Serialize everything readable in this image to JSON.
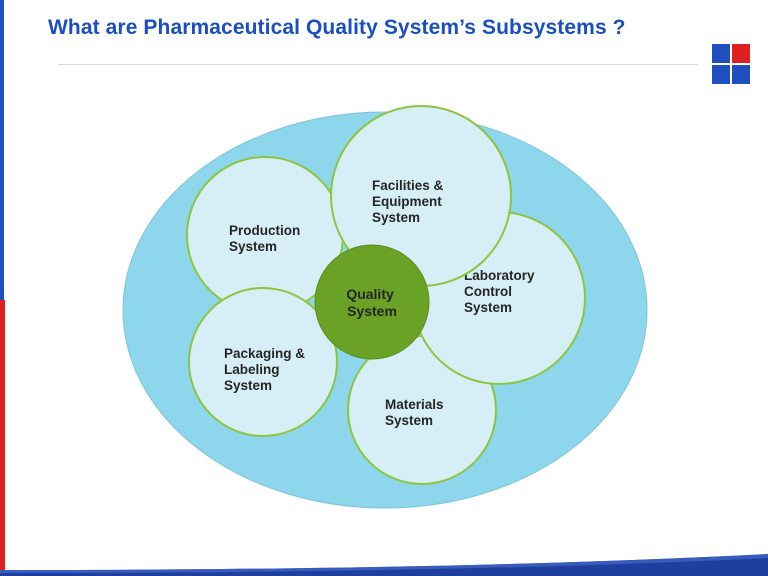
{
  "slide": {
    "title": "What are Pharmaceutical Quality System’s Subsystems ?"
  },
  "colors": {
    "title": "#1a4fc4",
    "outer_circle": "#8dd6ec",
    "petal_fill": "#d6eef5",
    "petal_stroke": "#8cc63f",
    "center_fill": "#6aa225",
    "logo_red": "#e02020",
    "logo_blue": "#1f4fbf"
  },
  "diagram": {
    "center": {
      "lines": [
        "Quality",
        "System"
      ]
    },
    "subsystems": [
      {
        "id": "production",
        "lines": [
          "Production",
          "System"
        ]
      },
      {
        "id": "facilities",
        "lines": [
          "Facilities &",
          "Equipment",
          "System"
        ]
      },
      {
        "id": "laboratory",
        "lines": [
          "Laboratory",
          "Control",
          "System"
        ]
      },
      {
        "id": "materials",
        "lines": [
          "Materials",
          "System"
        ]
      },
      {
        "id": "packaging",
        "lines": [
          "Packaging &",
          "Labeling",
          "System"
        ]
      }
    ]
  }
}
